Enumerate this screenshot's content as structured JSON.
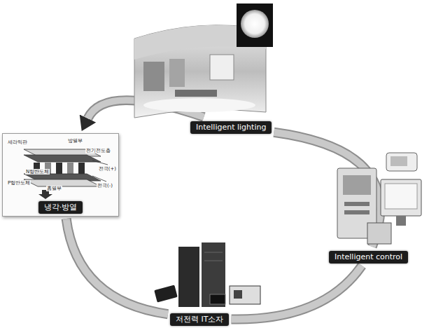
{
  "diagram": {
    "nodes": [
      {
        "text": [
          "Intelligent lighting"
        ]
      },
      {
        "text": [
          "냉각·방열"
        ]
      },
      {
        "text": [
          "Intelligent control"
        ]
      },
      {
        "text": [
          "저전력 IT소자"
        ]
      }
    ],
    "edges": [
      {
        "from": 0,
        "to": 1,
        "arrow": "to"
      },
      {
        "from": 1,
        "to": 3,
        "arrow": "none"
      },
      {
        "from": 3,
        "to": 2,
        "arrow": "none"
      },
      {
        "from": 2,
        "to": 0,
        "arrow": "none"
      }
    ],
    "labels": [
      "세라믹판",
      "방열부",
      "전기전도층",
      "N형반도체",
      "전극(+)",
      "P형반도체",
      "흡열부",
      "전극(-)"
    ]
  }
}
